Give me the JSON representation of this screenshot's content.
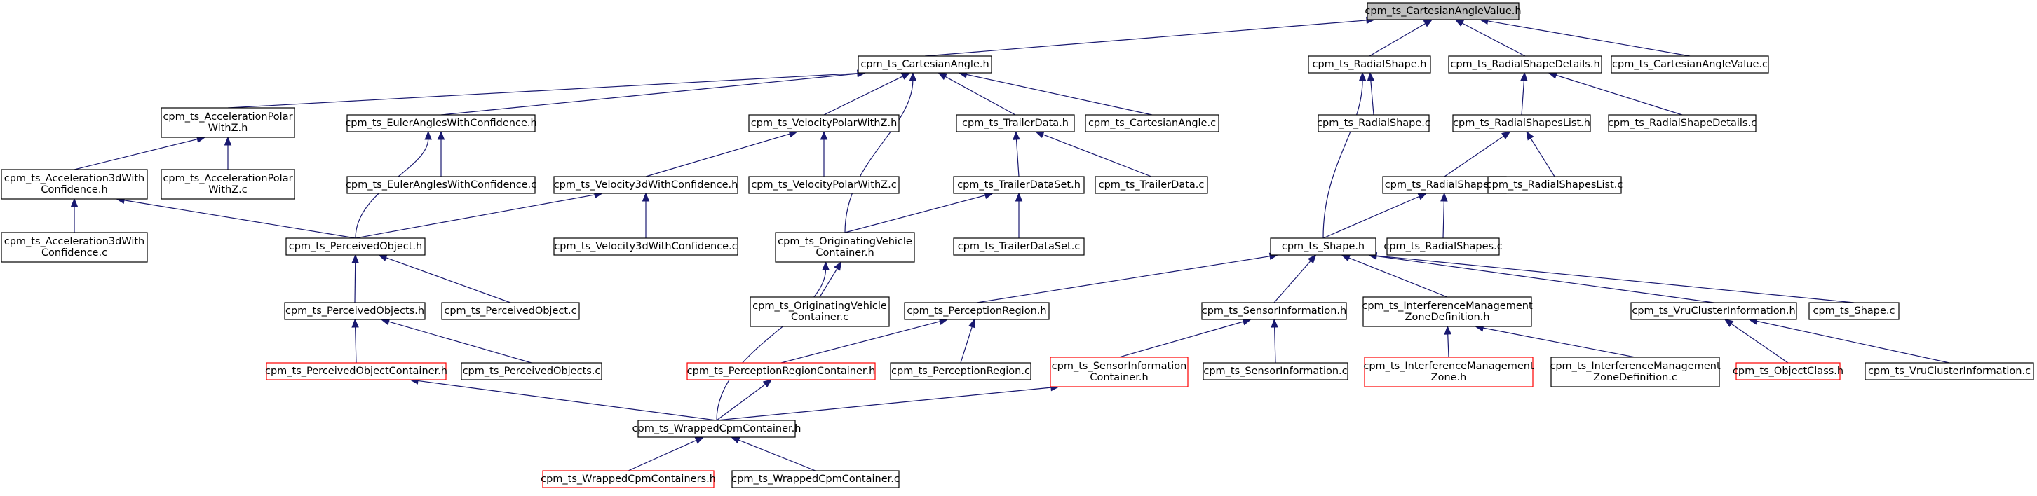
{
  "colors": {
    "edge": "#191970",
    "root_fill": "#bfbfbf",
    "missing_border": "#ff0000",
    "border": "#000000"
  },
  "nodes": [
    {
      "id": "root",
      "lines": [
        "cpm_ts_CartesianAngleValue.h"
      ],
      "style": "grey"
    },
    {
      "id": "ca_h",
      "lines": [
        "cpm_ts_CartesianAngle.h"
      ]
    },
    {
      "id": "rs_h",
      "lines": [
        "cpm_ts_RadialShape.h"
      ]
    },
    {
      "id": "rsd_h",
      "lines": [
        "cpm_ts_RadialShapeDetails.h"
      ]
    },
    {
      "id": "cav_c",
      "lines": [
        "cpm_ts_CartesianAngleValue.c"
      ]
    },
    {
      "id": "apz_h",
      "lines": [
        "cpm_ts_AccelerationPolar",
        "WithZ.h"
      ]
    },
    {
      "id": "eaw_h",
      "lines": [
        "cpm_ts_EulerAnglesWithConfidence.h"
      ]
    },
    {
      "id": "vpz_h",
      "lines": [
        "cpm_ts_VelocityPolarWithZ.h"
      ]
    },
    {
      "id": "td_h",
      "lines": [
        "cpm_ts_TrailerData.h"
      ]
    },
    {
      "id": "ca_c",
      "lines": [
        "cpm_ts_CartesianAngle.c"
      ]
    },
    {
      "id": "rs_c",
      "lines": [
        "cpm_ts_RadialShape.c"
      ]
    },
    {
      "id": "rsl_h",
      "lines": [
        "cpm_ts_RadialShapesList.h"
      ]
    },
    {
      "id": "rsd_c",
      "lines": [
        "cpm_ts_RadialShapeDetails.c"
      ]
    },
    {
      "id": "a3d_h",
      "lines": [
        "cpm_ts_Acceleration3dWith",
        "Confidence.h"
      ]
    },
    {
      "id": "apz_c",
      "lines": [
        "cpm_ts_AccelerationPolar",
        "WithZ.c"
      ]
    },
    {
      "id": "eaw_c",
      "lines": [
        "cpm_ts_EulerAnglesWithConfidence.c"
      ]
    },
    {
      "id": "v3d_h",
      "lines": [
        "cpm_ts_Velocity3dWithConfidence.h"
      ]
    },
    {
      "id": "vpz_c",
      "lines": [
        "cpm_ts_VelocityPolarWithZ.c"
      ]
    },
    {
      "id": "tds_h",
      "lines": [
        "cpm_ts_TrailerDataSet.h"
      ]
    },
    {
      "id": "td_c",
      "lines": [
        "cpm_ts_TrailerData.c"
      ]
    },
    {
      "id": "rss_h",
      "lines": [
        "cpm_ts_RadialShapes.h"
      ]
    },
    {
      "id": "rsl_c",
      "lines": [
        "cpm_ts_RadialShapesList.c"
      ]
    },
    {
      "id": "a3d_c",
      "lines": [
        "cpm_ts_Acceleration3dWith",
        "Confidence.c"
      ]
    },
    {
      "id": "po_h",
      "lines": [
        "cpm_ts_PerceivedObject.h"
      ]
    },
    {
      "id": "v3d_c",
      "lines": [
        "cpm_ts_Velocity3dWithConfidence.c"
      ]
    },
    {
      "id": "ovc_h",
      "lines": [
        "cpm_ts_OriginatingVehicle",
        "Container.h"
      ]
    },
    {
      "id": "tds_c",
      "lines": [
        "cpm_ts_TrailerDataSet.c"
      ]
    },
    {
      "id": "sh_h",
      "lines": [
        "cpm_ts_Shape.h"
      ]
    },
    {
      "id": "rss_c",
      "lines": [
        "cpm_ts_RadialShapes.c"
      ]
    },
    {
      "id": "pos_h",
      "lines": [
        "cpm_ts_PerceivedObjects.h"
      ]
    },
    {
      "id": "po_c",
      "lines": [
        "cpm_ts_PerceivedObject.c"
      ]
    },
    {
      "id": "ovc_c",
      "lines": [
        "cpm_ts_OriginatingVehicle",
        "Container.c"
      ]
    },
    {
      "id": "pr_h",
      "lines": [
        "cpm_ts_PerceptionRegion.h"
      ]
    },
    {
      "id": "si_h",
      "lines": [
        "cpm_ts_SensorInformation.h"
      ]
    },
    {
      "id": "imzd_h",
      "lines": [
        "cpm_ts_InterferenceManagement",
        "ZoneDefinition.h"
      ]
    },
    {
      "id": "vci_h",
      "lines": [
        "cpm_ts_VruClusterInformation.h"
      ]
    },
    {
      "id": "sh_c",
      "lines": [
        "cpm_ts_Shape.c"
      ]
    },
    {
      "id": "poc_h",
      "lines": [
        "cpm_ts_PerceivedObjectContainer.h"
      ],
      "style": "red"
    },
    {
      "id": "pos_c",
      "lines": [
        "cpm_ts_PerceivedObjects.c"
      ]
    },
    {
      "id": "prc_h",
      "lines": [
        "cpm_ts_PerceptionRegionContainer.h"
      ],
      "style": "red"
    },
    {
      "id": "pr_c",
      "lines": [
        "cpm_ts_PerceptionRegion.c"
      ]
    },
    {
      "id": "sic_h",
      "lines": [
        "cpm_ts_SensorInformation",
        "Container.h"
      ],
      "style": "red"
    },
    {
      "id": "si_c",
      "lines": [
        "cpm_ts_SensorInformation.c"
      ]
    },
    {
      "id": "imz_h",
      "lines": [
        "cpm_ts_InterferenceManagement",
        "Zone.h"
      ],
      "style": "red"
    },
    {
      "id": "imzd_c",
      "lines": [
        "cpm_ts_InterferenceManagement",
        "ZoneDefinition.c"
      ]
    },
    {
      "id": "oc_h",
      "lines": [
        "cpm_ts_ObjectClass.h"
      ],
      "style": "red"
    },
    {
      "id": "vci_c",
      "lines": [
        "cpm_ts_VruClusterInformation.c"
      ]
    },
    {
      "id": "wcc_h",
      "lines": [
        "cpm_ts_WrappedCpmContainer.h"
      ]
    },
    {
      "id": "wccs_h",
      "lines": [
        "cpm_ts_WrappedCpmContainers.h"
      ],
      "style": "red"
    },
    {
      "id": "wcc_c",
      "lines": [
        "cpm_ts_WrappedCpmContainer.c"
      ]
    }
  ],
  "edges": [
    [
      "ca_h",
      "root"
    ],
    [
      "rs_h",
      "root"
    ],
    [
      "rsd_h",
      "root"
    ],
    [
      "cav_c",
      "root"
    ],
    [
      "apz_h",
      "ca_h"
    ],
    [
      "eaw_h",
      "ca_h"
    ],
    [
      "vpz_h",
      "ca_h"
    ],
    [
      "td_h",
      "ca_h"
    ],
    [
      "ca_c",
      "ca_h"
    ],
    [
      "ovc_h",
      "ca_h"
    ],
    [
      "rs_c",
      "rs_h"
    ],
    [
      "sh_h",
      "rs_h"
    ],
    [
      "rsl_h",
      "rsd_h"
    ],
    [
      "rsd_c",
      "rsd_h"
    ],
    [
      "a3d_h",
      "apz_h"
    ],
    [
      "apz_c",
      "apz_h"
    ],
    [
      "eaw_c",
      "eaw_h"
    ],
    [
      "po_h",
      "eaw_h"
    ],
    [
      "v3d_h",
      "vpz_h"
    ],
    [
      "vpz_c",
      "vpz_h"
    ],
    [
      "tds_h",
      "td_h"
    ],
    [
      "td_c",
      "td_h"
    ],
    [
      "rss_h",
      "rsl_h"
    ],
    [
      "rsl_c",
      "rsl_h"
    ],
    [
      "a3d_c",
      "a3d_h"
    ],
    [
      "po_h",
      "a3d_h"
    ],
    [
      "po_h",
      "v3d_h"
    ],
    [
      "v3d_c",
      "v3d_h"
    ],
    [
      "ovc_h",
      "tds_h"
    ],
    [
      "tds_c",
      "tds_h"
    ],
    [
      "sh_h",
      "rss_h"
    ],
    [
      "rss_c",
      "rss_h"
    ],
    [
      "pos_h",
      "po_h"
    ],
    [
      "po_c",
      "po_h"
    ],
    [
      "ovc_c",
      "ovc_h"
    ],
    [
      "wcc_h",
      "ovc_h"
    ],
    [
      "pr_h",
      "sh_h"
    ],
    [
      "si_h",
      "sh_h"
    ],
    [
      "imzd_h",
      "sh_h"
    ],
    [
      "vci_h",
      "sh_h"
    ],
    [
      "sh_c",
      "sh_h"
    ],
    [
      "poc_h",
      "pos_h"
    ],
    [
      "pos_c",
      "pos_h"
    ],
    [
      "prc_h",
      "pr_h"
    ],
    [
      "pr_c",
      "pr_h"
    ],
    [
      "sic_h",
      "si_h"
    ],
    [
      "si_c",
      "si_h"
    ],
    [
      "imz_h",
      "imzd_h"
    ],
    [
      "imzd_c",
      "imzd_h"
    ],
    [
      "oc_h",
      "vci_h"
    ],
    [
      "vci_c",
      "vci_h"
    ],
    [
      "wcc_h",
      "poc_h"
    ],
    [
      "wcc_h",
      "prc_h"
    ],
    [
      "wcc_h",
      "sic_h"
    ],
    [
      "wccs_h",
      "wcc_h"
    ],
    [
      "wcc_c",
      "wcc_h"
    ]
  ]
}
